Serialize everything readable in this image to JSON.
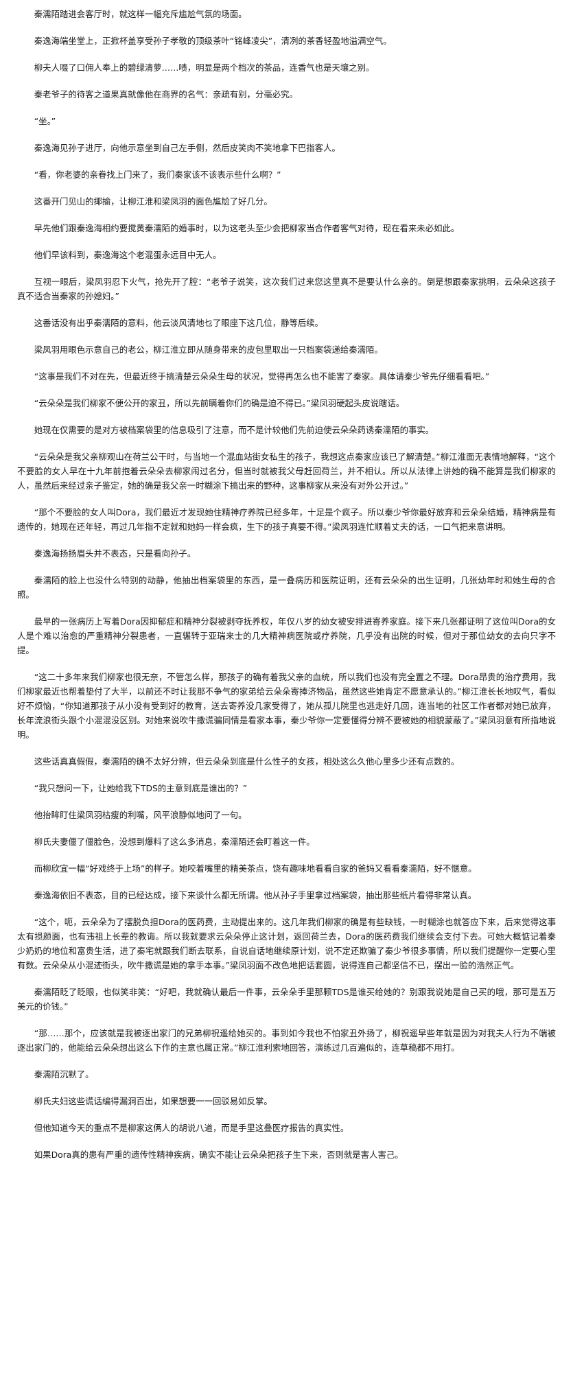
{
  "article": {
    "paragraphs": [
      "秦濡陌踏进会客厅时，就这样一幅充斥尴尬气氛的场面。",
      "秦逸海端坐堂上，正掀杯盖享受孙子孝敬的顶级茶叶“铭峰凌尖”，清冽的茶香轻盈地溢满空气。",
      "柳夫人啜了口佣人奉上的碧绿清萝……啧，明显是两个档次的茶品，连香气也是天壤之别。",
      "秦老爷子的待客之道果真就像他在商界的名气：亲疏有别，分毫必究。",
      "“坐。”",
      "秦逸海见孙子进厅，向他示意坐到自己左手侧，然后皮笑肉不笑地拿下巴指客人。",
      "“看，你老婆的亲眷找上门来了，我们秦家该不该表示些什么啊？”",
      "这番开门见山的揶揄，让柳江淮和梁凤羽的面色尴尬了好几分。",
      "早先他们跟秦逸海相约要搅黄秦濡陌的婚事时，以为这老头至少会把柳家当合作者客气对待，现在看来未必如此。",
      "他们早该料到，秦逸海这个老混蛋永远目中无人。",
      "互视一眼后，梁凤羽忍下火气，抢先开了腔：“老爷子说笑，这次我们过来您这里真不是要认什么亲的。倒是想跟秦家挑明，云朵朵这孩子真不适合当秦家的孙媳妇。”",
      "这番话没有出乎秦濡陌的意料，他云淡风清地乜了眼座下这几位，静等后续。",
      "梁凤羽用眼色示意自己的老公，柳江淮立即从随身带来的皮包里取出一只档案袋递给秦濡陌。",
      "“这事是我们不对在先，但最近终于搞清楚云朵朵生母的状况，觉得再怎么也不能害了秦家。具体请秦少爷先仔细看看吧。”",
      "“云朵朵是我们柳家不便公开的家丑，所以先前瞒着你们的确是迫不得已。”梁凤羽硬起头皮说瞎话。",
      "她现在仅需要的是对方被档案袋里的信息吸引了注意，而不是计较他们先前迫使云朵朵药诱秦濡陌的事实。",
      "“云朵朵是我父亲柳观山在荷兰公干时，与当地一个混血站街女私生的孩子，我想这点秦家应该已了解清楚。”柳江淮面无表情地解释，“这个不要脸的女人早在十九年前抱着云朵朵去柳家闹过名分，但当时就被我父母赶回荷兰，并不相认。所以从法律上讲她的确不能算是我们柳家的人，虽然后来经过亲子鉴定，她的确是我父亲一时糊涂下搞出来的野种，这事柳家从来没有对外公开过。”",
      "“那个不要脸的女人叫Dora，我们最近才发现她住精神疗养院已经多年，十足是个疯子。所以秦少爷你最好放弃和云朵朵结婚，精神病是有遗传的，她现在还年轻，再过几年指不定就和她妈一样会疯，生下的孩子真要不得。”梁凤羽连忙顺着丈夫的话，一口气把来意讲明。",
      "秦逸海扬扬眉头并不表态，只是看向孙子。",
      "秦濡陌的脸上也没什么特别的动静，他抽出档案袋里的东西，是一叠病历和医院证明，还有云朵朵的出生证明，几张幼年时和她生母的合照。",
      "最早的一张病历上写着Dora因抑郁症和精神分裂被剥夺抚养权，年仅八岁的幼女被安排进寄养家庭。接下来几张都证明了这位叫Dora的女人是个难以治愈的严重精神分裂患者，一直辗转于亚瑞来士的几大精神病医院或疗养院，几乎没有出院的时候，但对于那位幼女的去向只字不提。",
      "“这二十多年来我们柳家也很无奈，不管怎么样，那孩子的确有着我父亲的血统，所以我们也没有完全置之不理。Dora昂贵的治疗费用，我们柳家最近也帮着垫付了大半，以前还不时让我那不争气的家弟给云朵朵寄捧济物品，虽然这些她肯定不愿意承认的。”柳江淮长长地叹气，看似好不烦恼，“你知道那孩子从小没有受到好的教育，送去寄养没几家受得了，她从孤儿院里也逃走好几回，连当地的社区工作者都对她已放弃，长年流浪街头跟个小混混没区别。对她来说吹牛撒谎骗同情是看家本事，秦少爷你一定要懂得分辨不要被她的相貌蒙蔽了。”梁凤羽意有所指地说明。",
      "这些话真真假假，秦濡陌的确不太好分辨，但云朵朵到底是什么性子的女孩，相处这么久他心里多少还有点数的。",
      "“我只想问一下，让她给我下TDS的主意到底是谁出的？”",
      "他抬眸盯住梁凤羽枯瘦的利嘴，风平浪静似地问了一句。",
      "柳氏夫妻僵了僵脸色，没想到爆料了这么多消息，秦濡陌还会盯着这一件。",
      "而柳欣宜一幅“好戏终于上场”的样子。她咬着嘴里的精美茶点，饶有趣味地看看自家的爸妈又看看秦濡陌，好不惬意。",
      "秦逸海依旧不表态，目的已经达成，接下来谈什么都无所谓。他从孙子手里拿过档案袋，抽出那些纸片看得非常认真。",
      "“这个，呃，云朵朵为了摆脱负担Dora的医药费，主动提出来的。这几年我们柳家的确是有些缺钱，一时糊涂也就答应下来，后来觉得这事太有损颜面，也有违祖上长辈的教诲。所以我就要求云朵朵停止这计划，返回荷兰去，Dora的医药费我们继续会支付下去。可她大概惦记着秦少奶奶的地位和富贵生活，进了秦宅就跟我们断去联系，自说自话地继续原计划，说不定还欺骗了秦少爷很多事情，所以我们提醒你一定要心里有数。云朵朵从小混迹街头，吹牛撒谎是她的拿手本事。”梁凤羽面不改色地把话套圆，说得连自己都坚信不已，摆出一脸的浩然正气。",
      "秦濡陌眨了眨眼，也似笑非笑：“好吧，我就确认最后一件事，云朵朵手里那颗TDS是谁买给她的？别跟我说她是自己买的哦，那可是五万美元的价钱。”",
      "“那……那个，应该就是我被逐出家门的兄弟柳祝遥给她买的。事到如今我也不怕家丑外扬了，柳祝遥早些年就是因为对我夫人行为不端被逐出家门的，他能给云朵朵想出这么下作的主意也属正常。”柳江淮利索地回答，演练过几百遍似的，连草稿都不用打。",
      "秦濡陌沉默了。",
      "柳氏夫妇这些谎话编得漏洞百出，如果想要一一回驳易如反掌。",
      "但他知道今天的重点不是柳家这俩人的胡说八道，而是手里这叠医疗报告的真实性。",
      "如果Dora真的患有严重的遗传性精神疾病，确实不能让云朵朵把孩子生下来，否则就是害人害己。"
    ]
  }
}
